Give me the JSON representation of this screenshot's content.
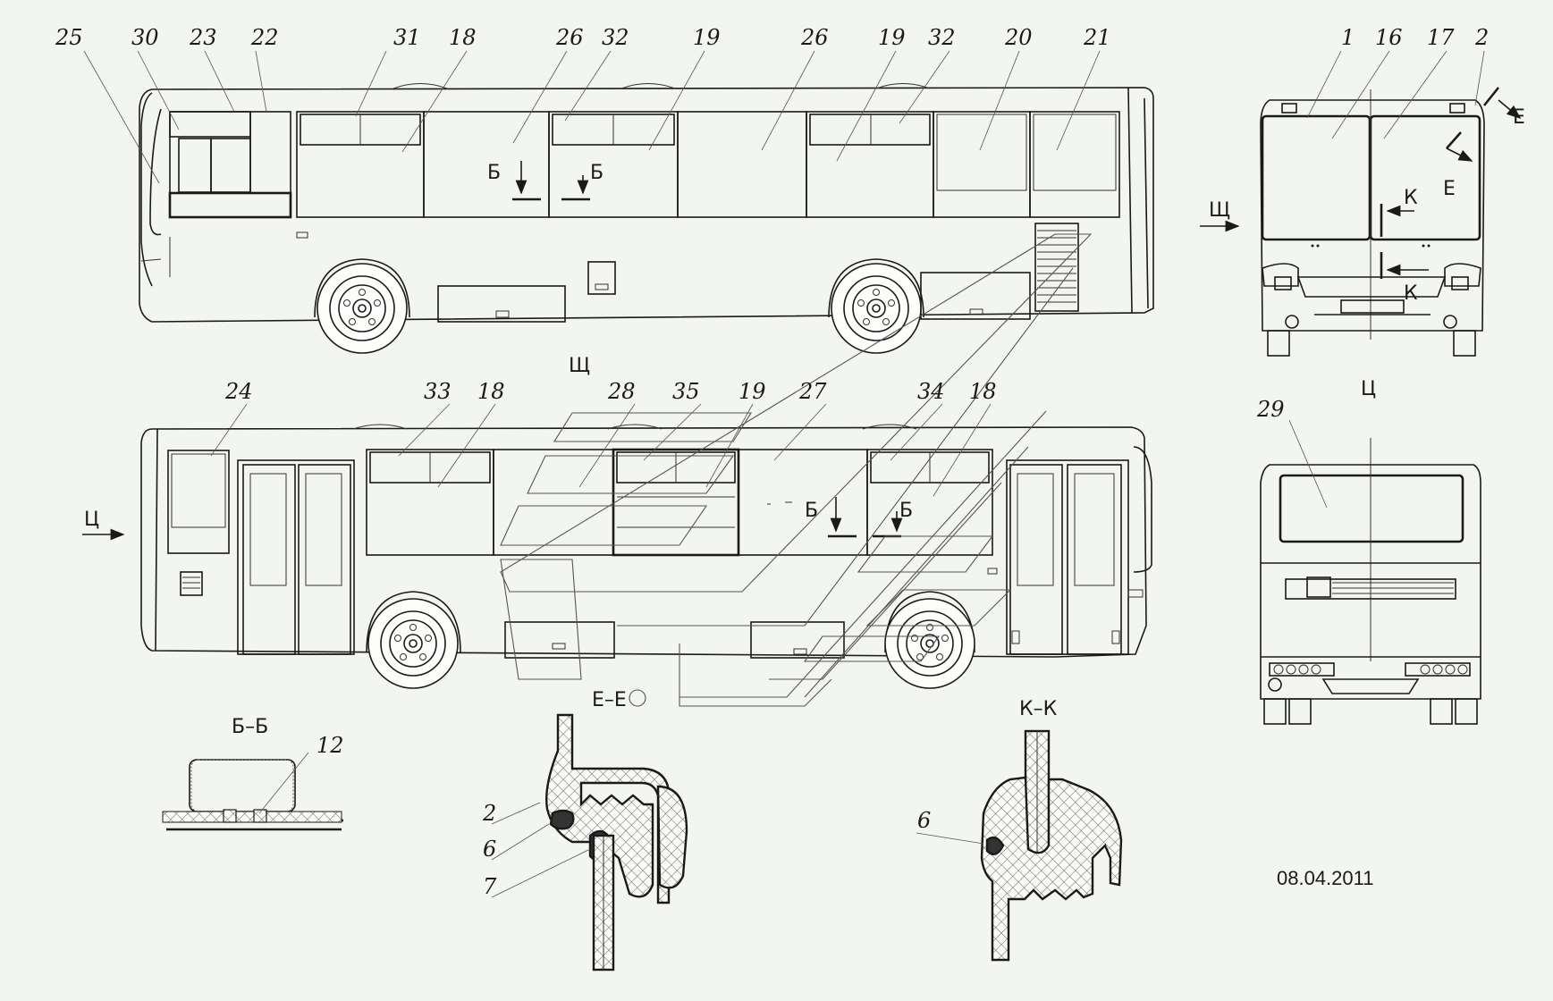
{
  "callouts": [
    "25",
    "30",
    "23",
    "22",
    "31",
    "18",
    "26",
    "32",
    "19",
    "26",
    "19",
    "32",
    "20",
    "21",
    "1",
    "16",
    "17",
    "2",
    "24",
    "33",
    "18",
    "28",
    "35",
    "19",
    "27",
    "34",
    "18",
    "29",
    "12",
    "2",
    "6",
    "7",
    "6"
  ],
  "section_marks": [
    "Б",
    "Б",
    "Б",
    "Б",
    "К",
    "К",
    "Е",
    "Е",
    "Щ",
    "Щ",
    "Ц",
    "Ц"
  ],
  "section_titles": [
    "Б–Б",
    "Е–Е",
    "К–К"
  ],
  "date": "08.04.2011"
}
